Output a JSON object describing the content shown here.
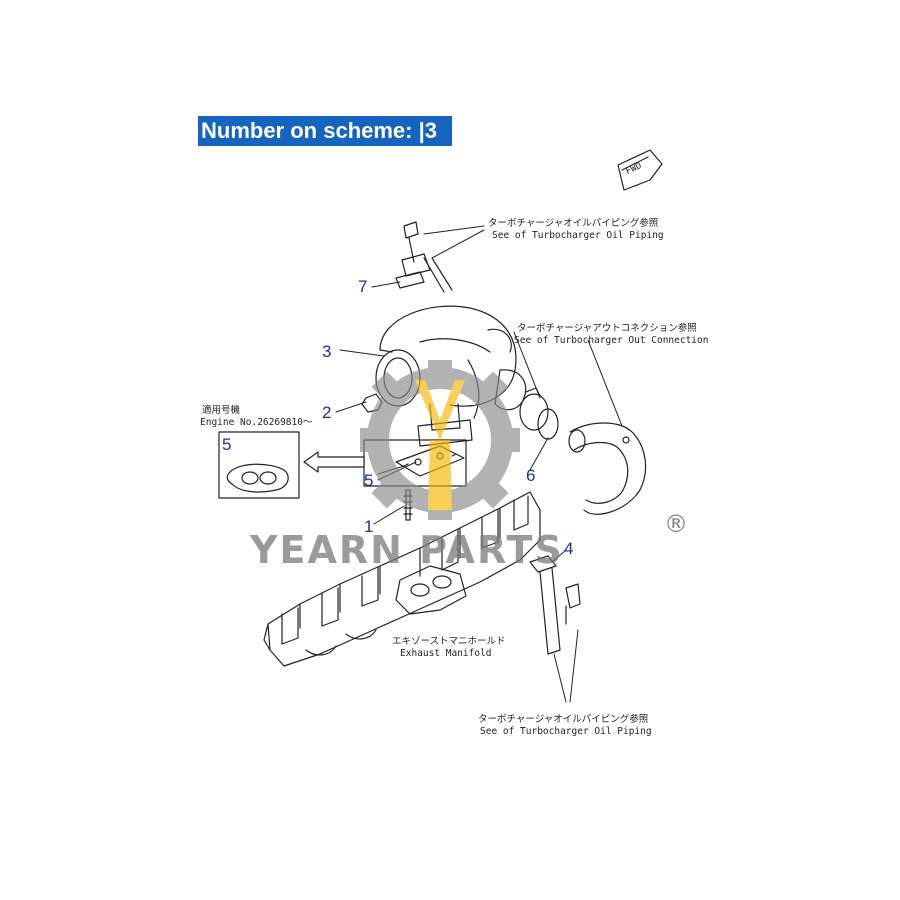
{
  "banner": {
    "text": "Number on scheme: |3"
  },
  "fwd_label": "FWD",
  "callouts": {
    "top_jp": "ターボチャージャオイルパイピング参照",
    "top_en": "See of Turbocharger Oil Piping",
    "right_jp": "ターボチャージャアウトコネクション参照",
    "right_en": "See of Turbocharger Out Connection",
    "engine_jp": "適用号機",
    "engine_en": "Engine No.26269810～",
    "manifold_jp": "エキゾーストマニホールド",
    "manifold_en": "Exhaust Manifold",
    "bottom_jp": "ターボチャージャオイルパイピング参照",
    "bottom_en": "See of Turbocharger Oil Piping"
  },
  "part_numbers": {
    "n1": "1",
    "n2": "2",
    "n3": "3",
    "n4": "4",
    "n5_inset": "5",
    "n5": "5",
    "n6": "6",
    "n7": "7"
  },
  "watermark": {
    "text": "YEARN PARTS",
    "reg": "®",
    "color": "#8a8a8a",
    "accent": "#f5b700"
  }
}
